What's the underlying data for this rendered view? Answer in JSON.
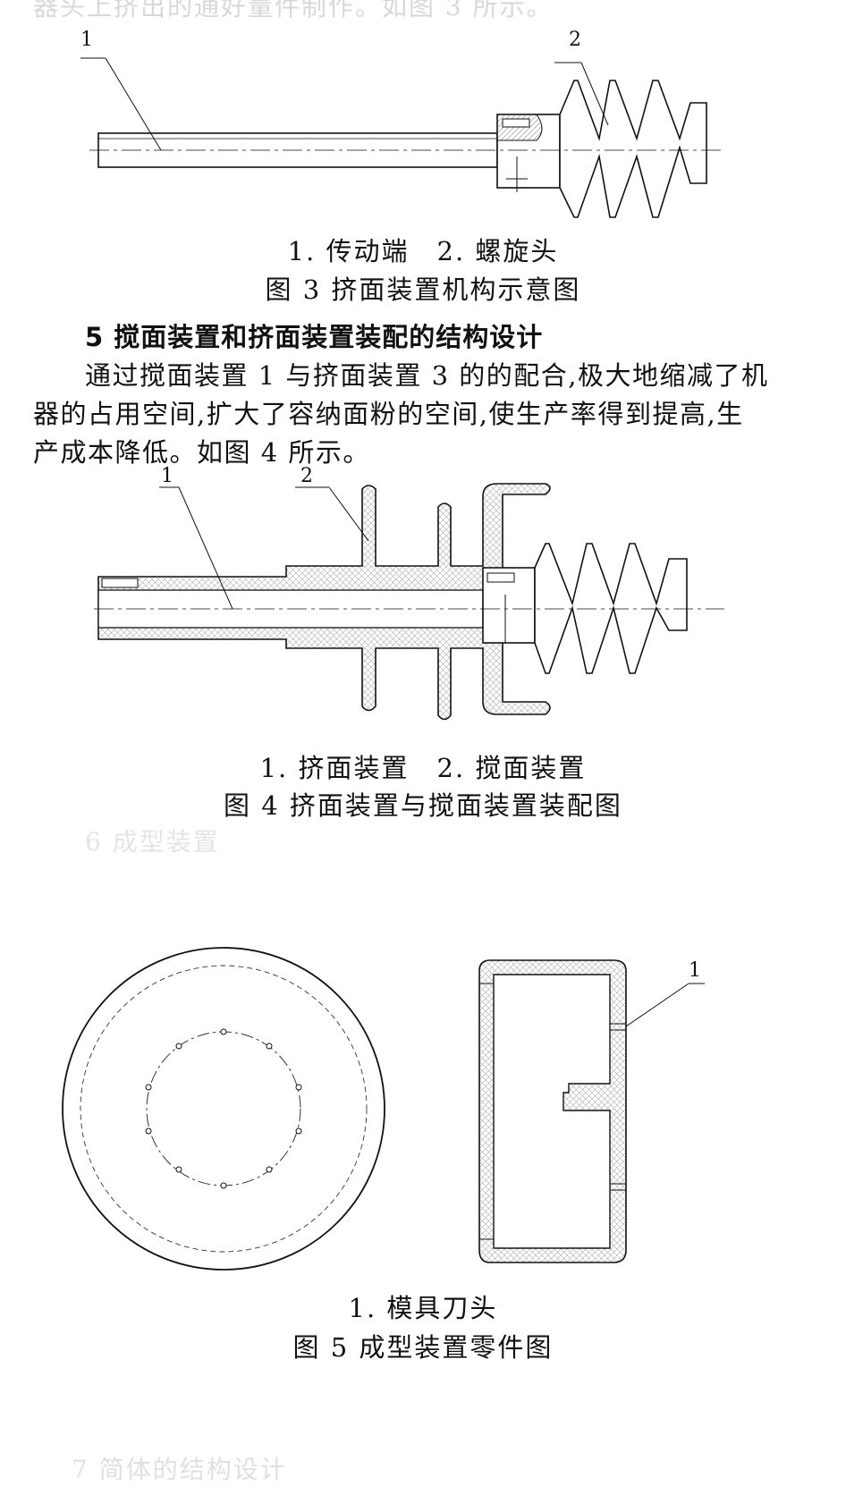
{
  "top_faded_text": "器头上挤出的通好量件制作。如图 3 所示。",
  "figure3": {
    "callout_1": "1",
    "callout_2": "2",
    "legend": "1. 传动端　2. 螺旋头",
    "caption": "图 3 挤面装置机构示意图"
  },
  "section5": {
    "heading": "5 搅面装置和挤面装置装配的结构设计",
    "lines": [
      "通过搅面装置 1 与挤面装置 3 的的配合,极大地缩减了机",
      "器的占用空间,扩大了容纳面粉的空间,使生产率得到提高,生",
      "产成本降低。如图 4 所示。"
    ]
  },
  "figure4": {
    "callout_1": "1",
    "callout_2": "2",
    "legend": "1. 挤面装置　2. 搅面装置",
    "caption": "图 4 挤面装置与搅面装置装配图"
  },
  "faded_heading_6": "6 成型装置",
  "figure5": {
    "callout_1": "1",
    "legend": "1. 模具刀头",
    "caption": "图 5 成型装置零件图"
  },
  "bottom_faded_text": "7 简体的结构设计"
}
